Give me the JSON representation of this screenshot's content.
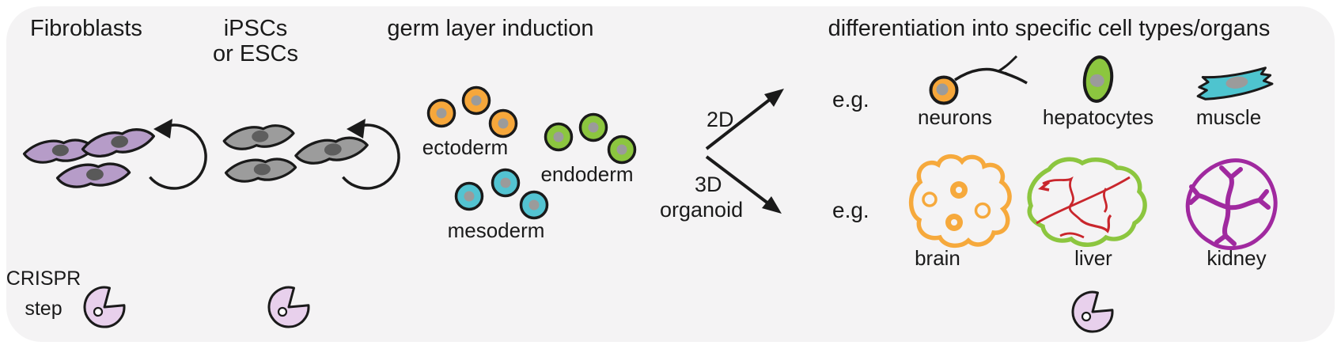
{
  "titles": {
    "fibroblasts": "Fibroblasts",
    "stem_line1": "iPSCs",
    "stem_line2": "or ESCs",
    "germ": "germ layer induction",
    "diff": "differentiation into specific cell types/organs"
  },
  "germ_layers": {
    "ectoderm": "ectoderm",
    "endoderm": "endoderm",
    "mesoderm": "mesoderm"
  },
  "branches": {
    "top_label": "2D",
    "bottom_label_line1": "3D",
    "bottom_label_line2": "organoid",
    "eg_top": "e.g.",
    "eg_bottom": "e.g."
  },
  "cell_types_2d": {
    "neurons": "neurons",
    "hepatocytes": "hepatocytes",
    "muscle": "muscle"
  },
  "organoids_3d": {
    "brain": "brain",
    "liver": "liver",
    "kidney": "kidney"
  },
  "crispr": {
    "line1": "CRISPR",
    "line2": "step"
  },
  "colors": {
    "panel_bg": "#f4f3f4",
    "ink": "#1a1a1a",
    "fibroblast": "#b69cc8",
    "fibroblast_nucleus": "#595959",
    "stem_cell": "#9c9c9c",
    "stem_nucleus": "#5e5e5e",
    "germ_nucleus": "#9b9b9b",
    "ectoderm": "#f6a73b",
    "endoderm": "#8cc63f",
    "mesoderm": "#53c3d1",
    "neuron": "#f6a73b",
    "hepatocyte": "#8cc63f",
    "muscle": "#4ec4cf",
    "brain_organoid": "#f6a93c",
    "liver_organoid": "#8cc63f",
    "liver_vessel": "#c9262c",
    "kidney_organoid": "#a0299f",
    "crispr_cas9": "#e8d0ec"
  }
}
